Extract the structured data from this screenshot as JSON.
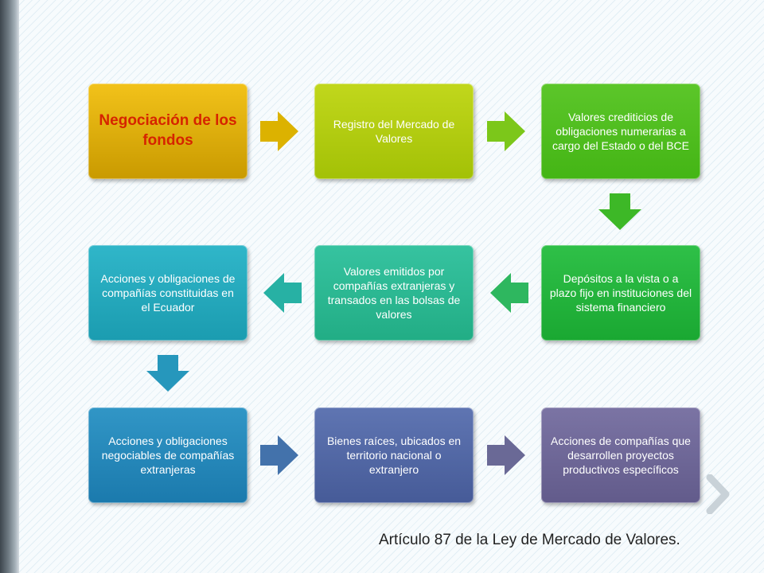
{
  "boxes": [
    {
      "text": "Negociación de los fondos",
      "color": "#d9a800"
    },
    {
      "text": "Registro del Mercado de Valores",
      "color": "#b3cc10"
    },
    {
      "text": "Valores crediticios  de obligaciones numerarias a cargo del Estado o del BCE",
      "color": "#4fbf1e"
    },
    {
      "text": "Depósitos a la vista o a plazo fijo en instituciones del sistema financiero",
      "color": "#22b53c"
    },
    {
      "text": "Valores emitidos por compañías extranjeras y transados en las bolsas de valores",
      "color": "#2ab892"
    },
    {
      "text": "Acciones y obligaciones de compañías constituidas en el Ecuador",
      "color": "#23a9bd"
    },
    {
      "text": "Acciones y obligaciones negociables de compañías extranjeras",
      "color": "#2488ba"
    },
    {
      "text": "Bienes raíces, ubicados en territorio nacional o extranjero",
      "color": "#5268a6"
    },
    {
      "text": "Acciones de compañías que desarrollen proyectos productivos específicos",
      "color": "#6f6898"
    }
  ],
  "arrow_colors": [
    "#dcb200",
    "#7cc71a",
    "#3db827",
    "#2eb75f",
    "#27b1a4",
    "#2697bc",
    "#4372ab",
    "#6a6996"
  ],
  "caption": "Artículo 87 de la Ley de Mercado de Valores.",
  "nav": {
    "icon": "chevron-right-icon",
    "color": "#c9d2d8"
  }
}
